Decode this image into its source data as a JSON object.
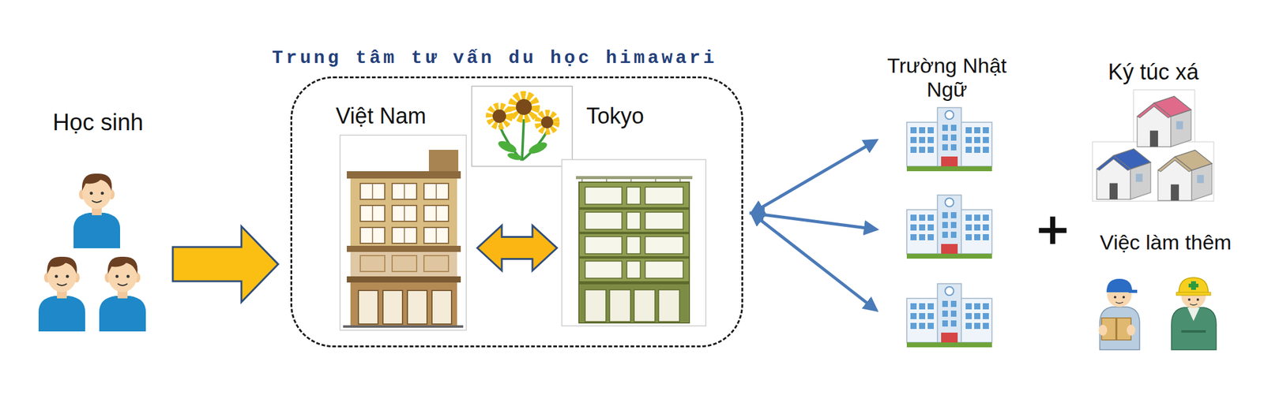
{
  "diagram": {
    "nodes": [
      {
        "text": [
          "Học sinh"
        ]
      },
      {
        "text": [
          "Trung tâm tư vấn du học himawari"
        ]
      },
      {
        "text": [
          "Việt Nam"
        ],
        "in": 1
      },
      {
        "text": [
          "Tokyo"
        ],
        "in": 1
      },
      {
        "text": [
          "Trường Nhật Ngữ"
        ]
      },
      {
        "text": [
          "Ký túc xá"
        ]
      },
      {
        "text": [
          "Việc làm thêm"
        ]
      }
    ],
    "edges": [
      {
        "from": 0,
        "to": 1,
        "arrow": "to"
      },
      {
        "from": 2,
        "to": 3,
        "arrow": "both"
      },
      {
        "from": 1,
        "to": 4,
        "arrow": "both"
      },
      {
        "from": 1,
        "to": 4,
        "arrow": "both"
      },
      {
        "from": 1,
        "to": 4,
        "arrow": "both"
      }
    ],
    "labels": [
      "+"
    ]
  }
}
